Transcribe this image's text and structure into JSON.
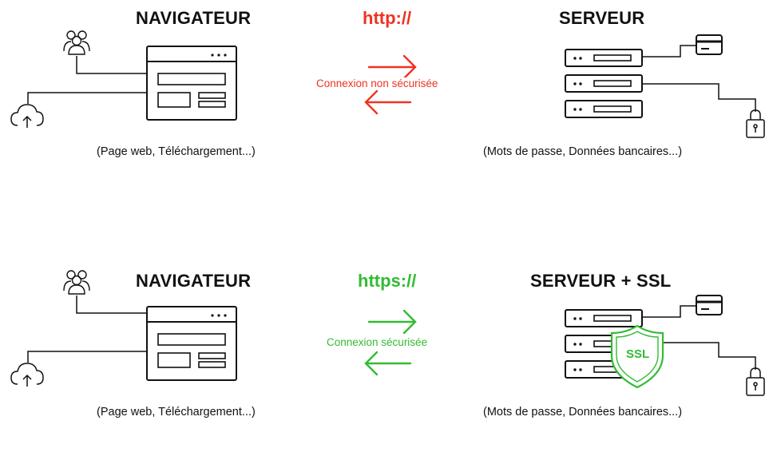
{
  "colors": {
    "insecure": "#ee3322",
    "secure": "#33bb33",
    "line": "#111111"
  },
  "insecure_panel": {
    "browser_title": "NAVIGATEUR",
    "browser_caption": "(Page web, Téléchargement...)",
    "protocol": "http://",
    "connection_label": "Connexion non sécurisée",
    "server_title": "SERVEUR",
    "server_caption": "(Mots de passe, Données bancaires...)"
  },
  "secure_panel": {
    "browser_title": "NAVIGATEUR",
    "browser_caption": "(Page web, Téléchargement...)",
    "protocol": "https://",
    "connection_label": "Connexion sécurisée",
    "server_title": "SERVEUR + SSL",
    "server_caption": "(Mots de passe, Données bancaires...)",
    "shield_label": "SSL"
  },
  "icons": [
    "users-icon",
    "cloud-upload-icon",
    "browser-window-icon",
    "server-rack-icon",
    "credit-card-icon",
    "padlock-icon",
    "ssl-shield-icon",
    "arrow-right-icon",
    "arrow-left-icon"
  ]
}
